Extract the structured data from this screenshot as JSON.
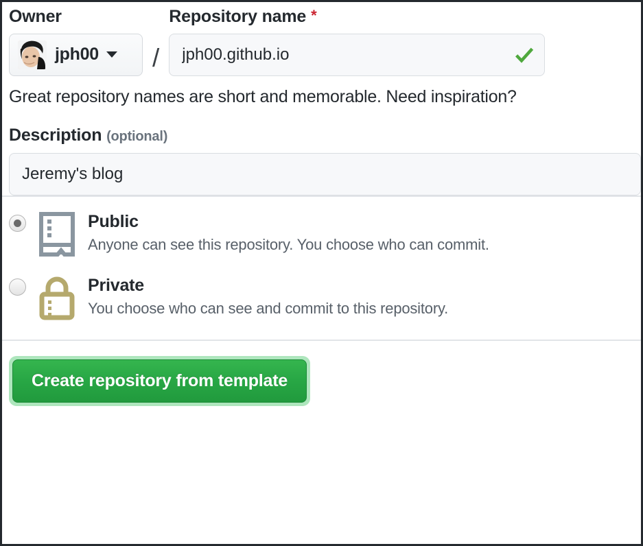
{
  "owner": {
    "label": "Owner",
    "value": "jph00",
    "avatar_alt": "jph00-avatar"
  },
  "separator": "/",
  "repository": {
    "label": "Repository name",
    "required_marker": "*",
    "value": "jph00.github.io",
    "placeholder": "",
    "valid_icon": "green-check-icon"
  },
  "helper": {
    "text": "Great repository names are short and memorable. ",
    "link": "Need inspiration?"
  },
  "description": {
    "label": "Description",
    "optional_label": "(optional)",
    "value": "Jeremy's blog",
    "placeholder": ""
  },
  "visibility": {
    "options": [
      {
        "id": "public",
        "title": "Public",
        "description": "Anyone can see this repository. You choose who can commit.",
        "selected": true,
        "icon": "repo-book-icon",
        "icon_color": "#8a96a0"
      },
      {
        "id": "private",
        "title": "Private",
        "description": "You choose who can see and commit to this repository.",
        "selected": false,
        "icon": "lock-icon",
        "icon_color": "#b5a96d"
      }
    ]
  },
  "submit": {
    "label": "Create repository from template",
    "color": "#28a745",
    "focus_ring_color": "#aee6bd"
  },
  "colors": {
    "required_red": "#cb2431",
    "check_green": "#4fa83d",
    "border_navy": "#24292e",
    "muted_text": "#586069"
  }
}
